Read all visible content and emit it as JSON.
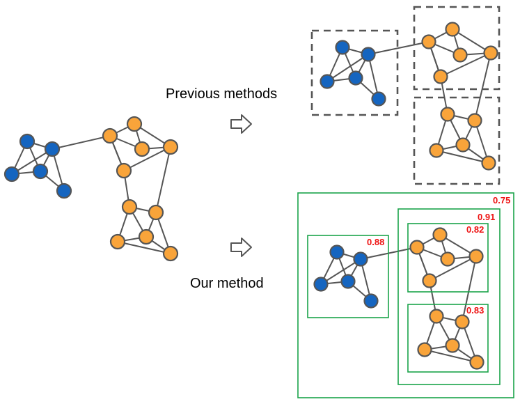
{
  "labels": {
    "previous_methods": "Previous methods",
    "our_method": "Our method"
  },
  "scores": {
    "outer": "0.75",
    "orange": "0.91",
    "orange_top": "0.82",
    "orange_bottom": "0.83",
    "blue": "0.88"
  },
  "colors": {
    "blue_node": "#1565c0",
    "orange_node": "#f9a43a",
    "edge": "#555555",
    "dashed_box": "#555555",
    "green_box": "#1aa34a",
    "score_text": "#ee1111"
  },
  "icons": {
    "arrow_top": "hollow-right-arrow-icon",
    "arrow_bottom": "hollow-right-arrow-icon"
  }
}
